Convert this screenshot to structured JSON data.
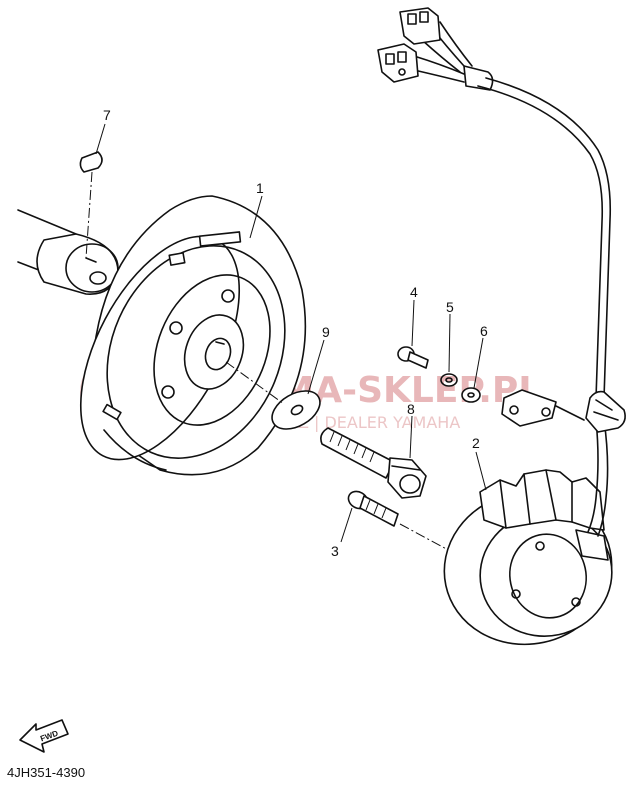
{
  "callouts": [
    {
      "id": "1",
      "label": "1"
    },
    {
      "id": "2",
      "label": "2"
    },
    {
      "id": "3",
      "label": "3"
    },
    {
      "id": "4",
      "label": "4"
    },
    {
      "id": "5",
      "label": "5"
    },
    {
      "id": "6",
      "label": "6"
    },
    {
      "id": "7",
      "label": "7"
    },
    {
      "id": "8",
      "label": "8"
    },
    {
      "id": "9",
      "label": "9"
    }
  ],
  "fwd_label": "FWD",
  "diagram_code": "4JH351-4390",
  "watermark": {
    "brand": "YAMA-SKLEP.PL",
    "tagline": "WOJTKIEWICZ | DEALER YAMAHA"
  },
  "colors": {
    "line": "#111111",
    "background": "#ffffff",
    "watermark": "#e8b7b9"
  }
}
